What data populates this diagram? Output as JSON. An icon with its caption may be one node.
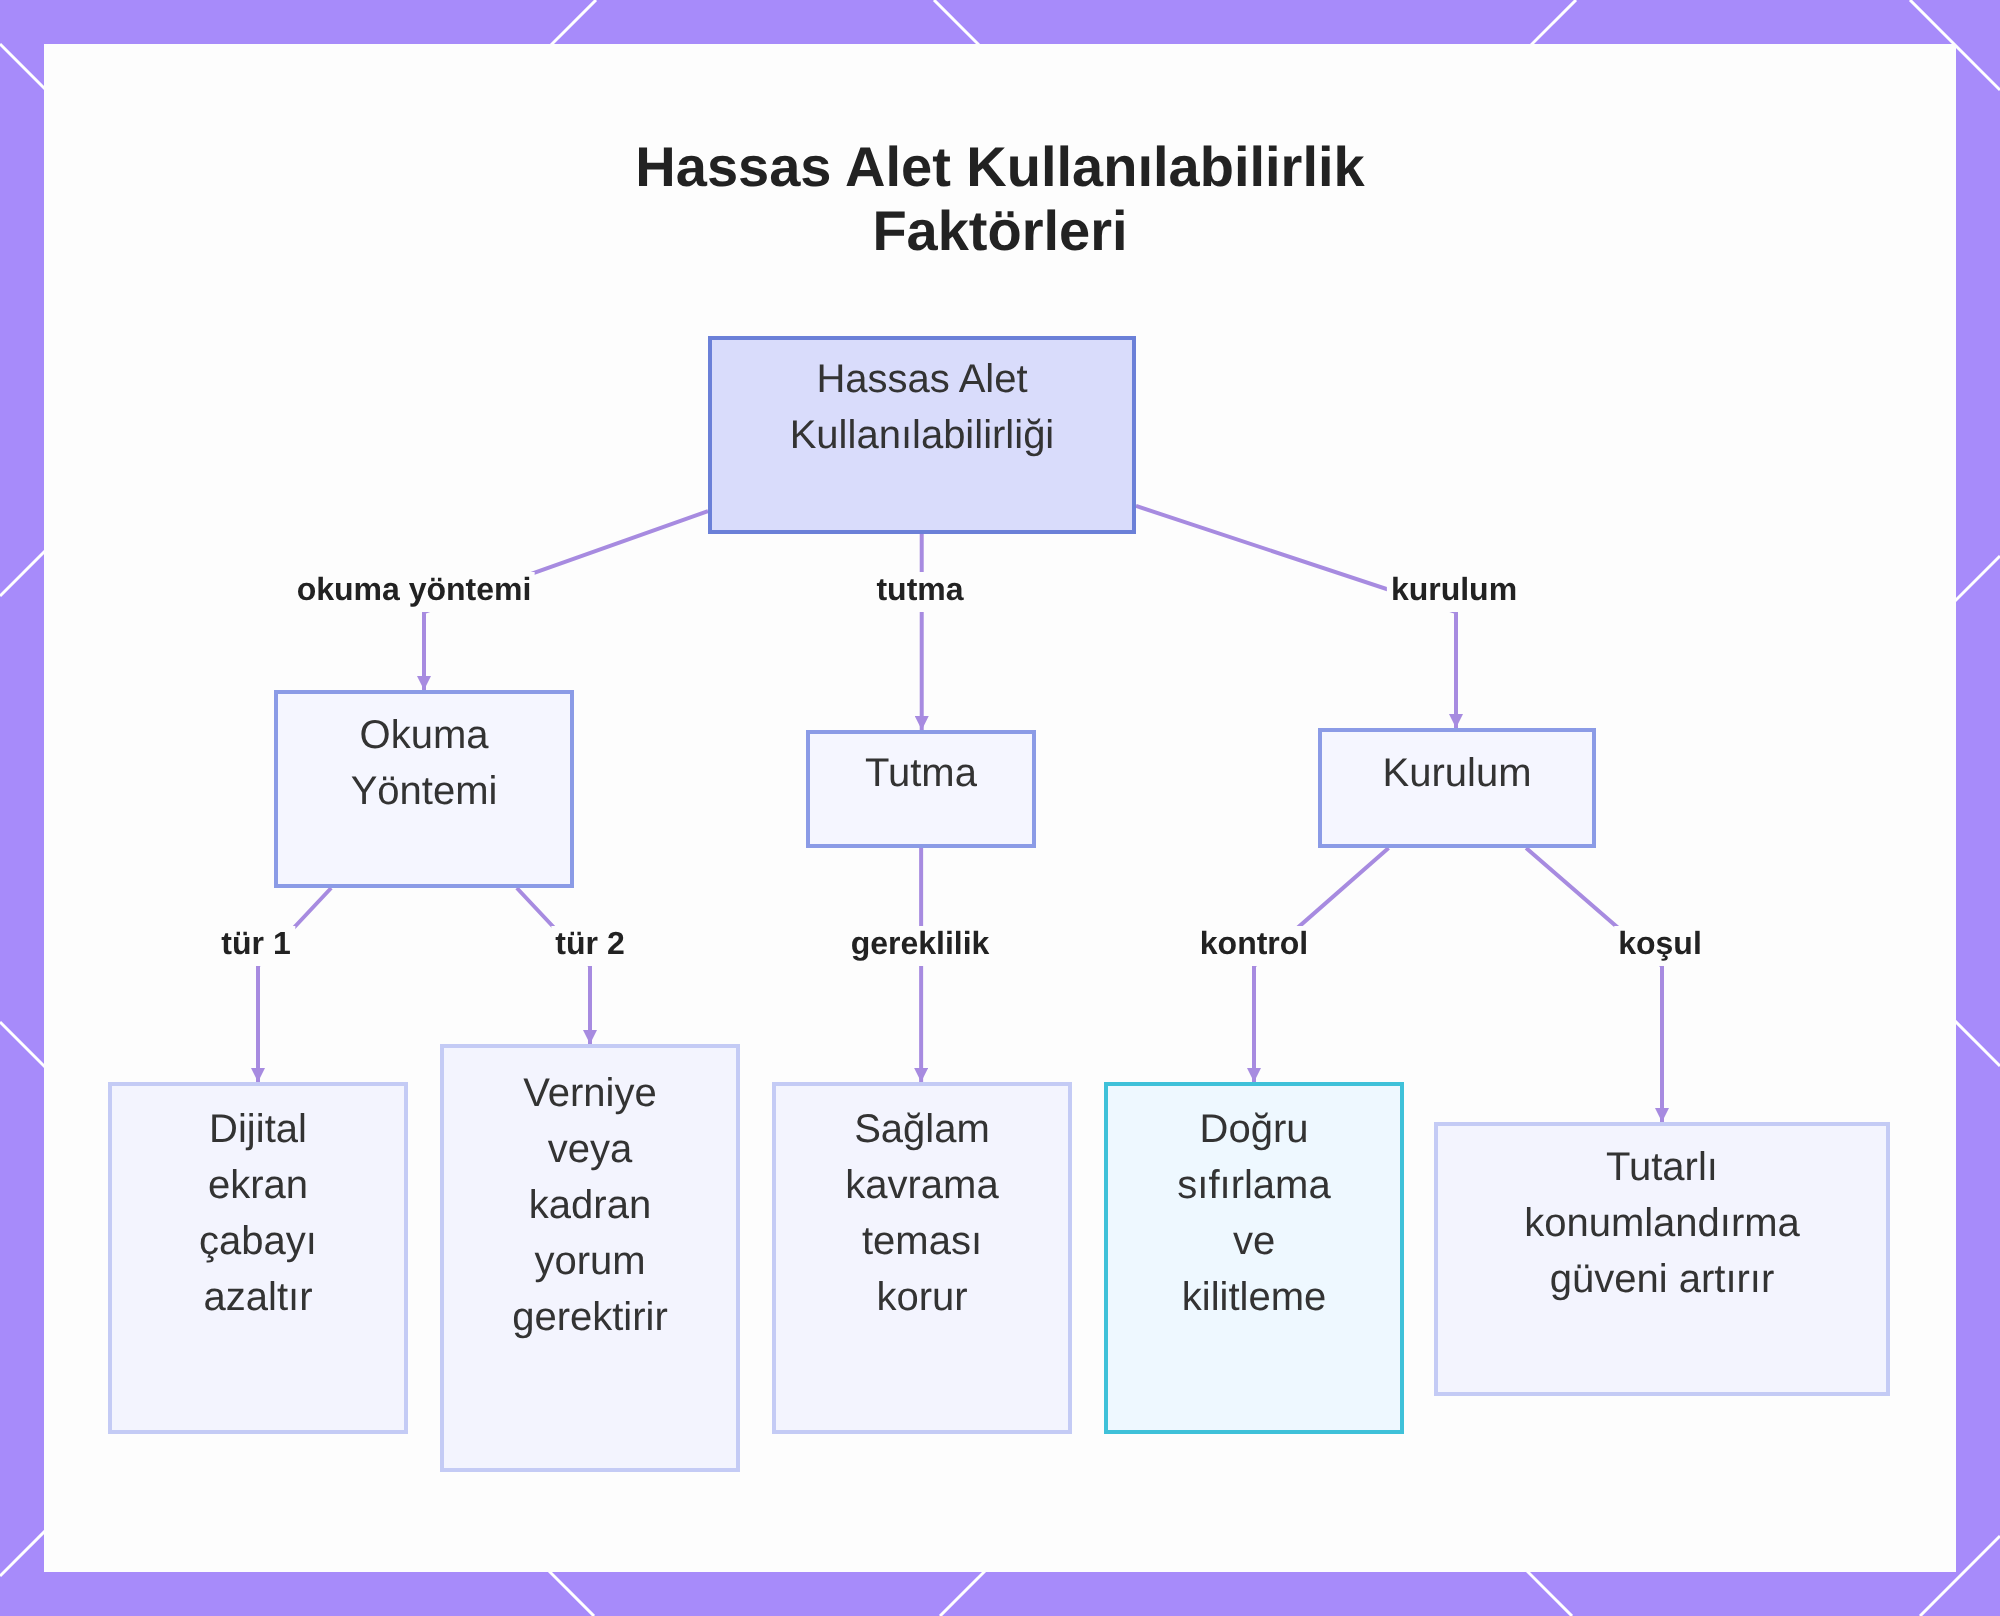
{
  "diagram": {
    "title": "Hassas Alet Kullanılabilirlik Faktörleri",
    "nodes": [
      {
        "text": [
          "Hassas Alet Kullanılabilirliği"
        ]
      },
      {
        "text": [
          "Okuma Yöntemi"
        ]
      },
      {
        "text": [
          "Tutma"
        ]
      },
      {
        "text": [
          "Kurulum"
        ]
      },
      {
        "text": [
          "Dijital ekran çabayı azaltır"
        ]
      },
      {
        "text": [
          "Verniye veya kadran yorum gerektirir"
        ]
      },
      {
        "text": [
          "Sağlam kavrama teması korur"
        ]
      },
      {
        "text": [
          "Doğru sıfırlama ve kilitleme"
        ]
      },
      {
        "text": [
          "Tutarlı konumlandırma güveni artırır"
        ]
      }
    ],
    "edges": [
      {
        "from": 0,
        "to": 1,
        "arrow": "to",
        "label": "okuma yöntemi"
      },
      {
        "from": 0,
        "to": 2,
        "arrow": "to",
        "label": "tutma"
      },
      {
        "from": 0,
        "to": 3,
        "arrow": "to",
        "label": "kurulum"
      },
      {
        "from": 1,
        "to": 4,
        "arrow": "to",
        "label": "tür 1"
      },
      {
        "from": 1,
        "to": 5,
        "arrow": "to",
        "label": "tür 2"
      },
      {
        "from": 2,
        "to": 6,
        "arrow": "to",
        "label": "gereklilik"
      },
      {
        "from": 3,
        "to": 7,
        "arrow": "to",
        "label": "kontrol"
      },
      {
        "from": 3,
        "to": 8,
        "arrow": "to",
        "label": "koşul"
      }
    ]
  }
}
